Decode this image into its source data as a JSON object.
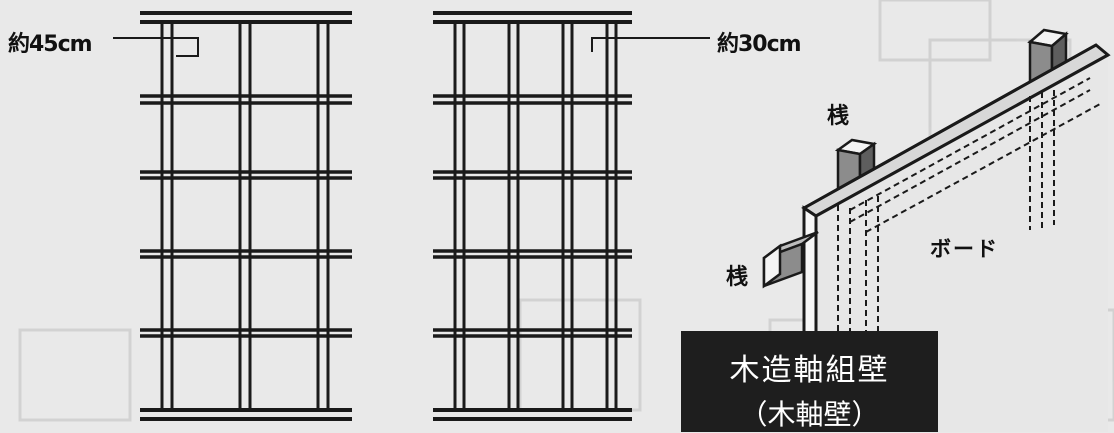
{
  "diagram": {
    "label_45": "約45cm",
    "label_30": "約30cm",
    "post_label_top": "桟",
    "post_label_bottom": "桟",
    "board_label": "ボード",
    "caption_line1": "木造軸組壁",
    "caption_line2": "（木軸壁）"
  },
  "colors": {
    "background": "#e9e9e9",
    "line": "#1a1a1a",
    "caption_bg": "#1e1e1e",
    "caption_text": "#ffffff"
  }
}
